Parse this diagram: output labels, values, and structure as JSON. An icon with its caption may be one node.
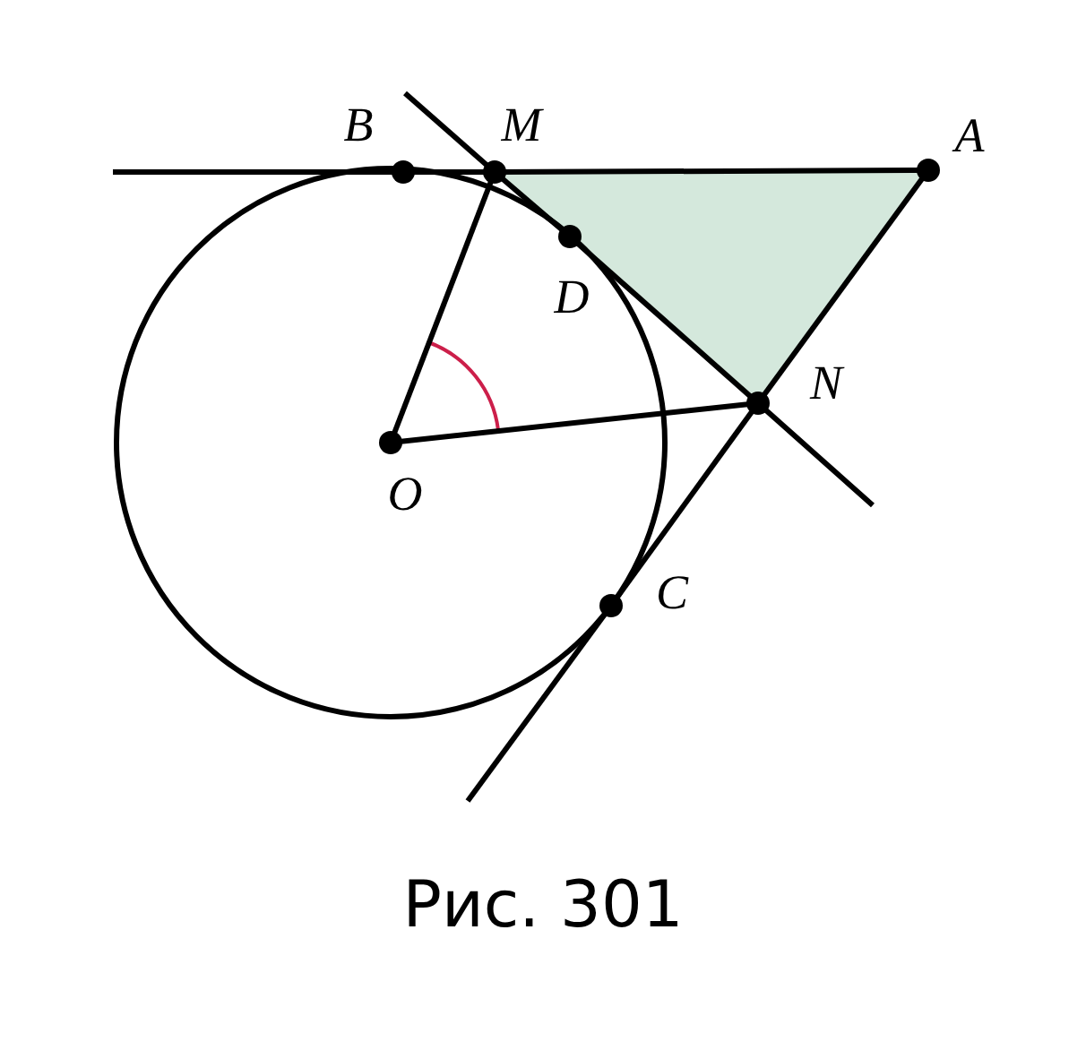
{
  "diagram": {
    "caption": "Рис. 301",
    "labels": [
      "B",
      "M",
      "A",
      "D",
      "N",
      "O",
      "C"
    ]
  }
}
